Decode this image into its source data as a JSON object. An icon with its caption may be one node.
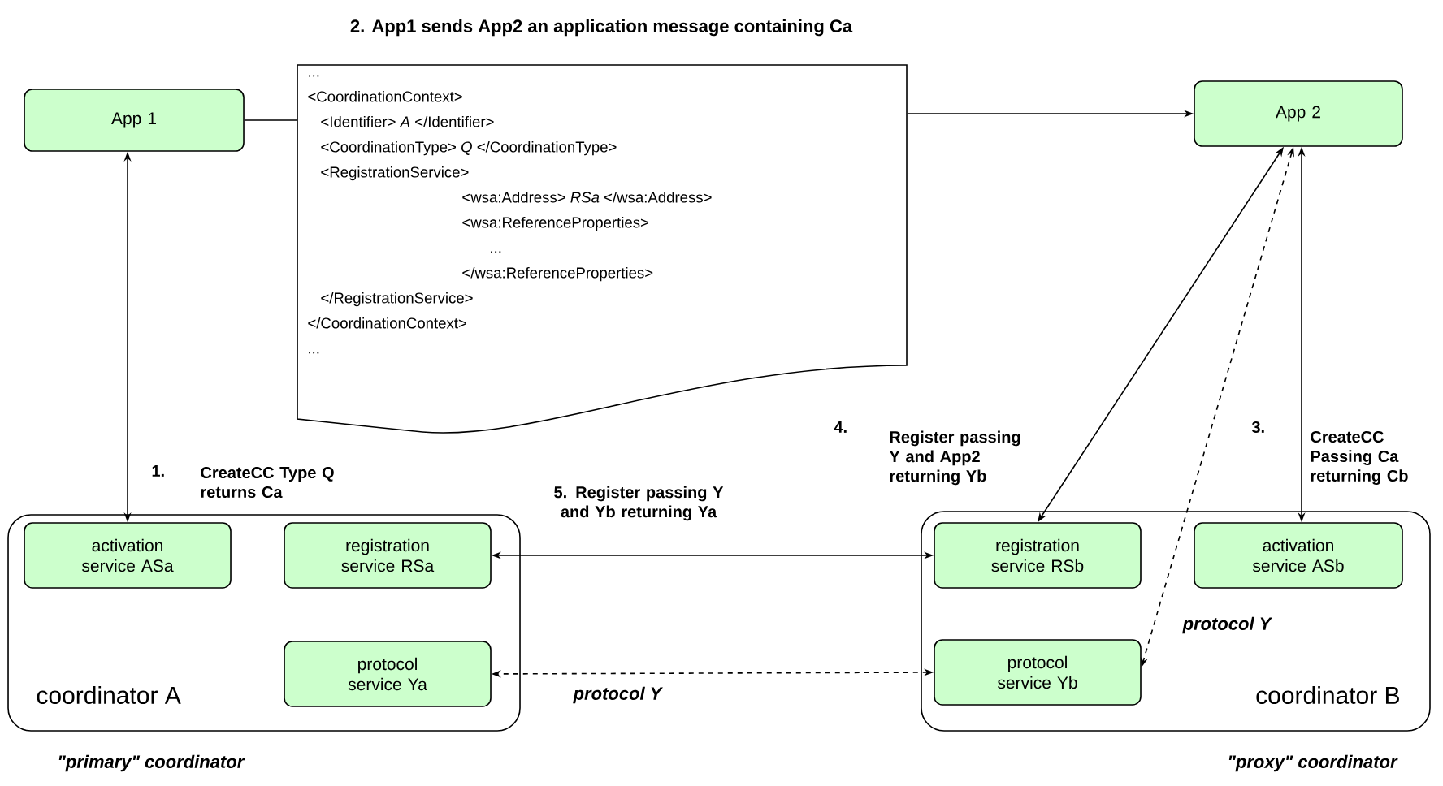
{
  "diagram": {
    "nodes": [
      {
        "text": [
          "App 1"
        ]
      },
      {
        "text": [
          "App 2"
        ]
      },
      {
        "text": [
          "...",
          "<CoordinationContext>",
          "<Identifier>  *A* </Identifier>",
          "<CoordinationType>  *Q* </CoordinationType>",
          "<RegistrationService>",
          "<wsa:Address>  *RSa* </wsa:Address>",
          "<wsa:ReferenceProperties>",
          "...",
          "</wsa:ReferenceProperties>",
          "</RegistrationService>",
          "</CoordinationContext>",
          "..."
        ],
        "beside": [
          "2. App1 sends App2 an application message containing Ca"
        ]
      },
      {
        "text": [
          "coordinator A"
        ],
        "beside": [
          "\"primary\" coordinator"
        ]
      },
      {
        "text": [
          "activation service ASa"
        ],
        "in": 3
      },
      {
        "text": [
          "registration service RSa"
        ],
        "in": 3
      },
      {
        "text": [
          "protocol service Ya"
        ],
        "in": 3
      },
      {
        "text": [
          "coordinator B"
        ],
        "beside": [
          "\"proxy\" coordinator"
        ]
      },
      {
        "text": [
          "registration service RSb"
        ],
        "in": 7
      },
      {
        "text": [
          "activation service ASb"
        ],
        "in": 7
      },
      {
        "text": [
          "protocol service Yb"
        ],
        "in": 7
      }
    ],
    "edges": [
      {
        "from": 0,
        "to": 4,
        "arrow": "both",
        "label": "CreateCC Type Q returns Ca"
      },
      {
        "from": 0,
        "to": 2,
        "arrow": "none"
      },
      {
        "from": 2,
        "to": 1,
        "arrow": "to"
      },
      {
        "from": 1,
        "to": 8,
        "arrow": "both",
        "label": "Register passing Y and App2 returning Yb"
      },
      {
        "from": 1,
        "to": 9,
        "arrow": "both",
        "label": "CreateCC Passing Ca returning Cb"
      },
      {
        "from": 1,
        "to": 10,
        "arrow": "both",
        "style": "dashed",
        "label": "protocol Y"
      },
      {
        "from": 8,
        "to": 5,
        "arrow": "both",
        "label": "5. Register passing Y and Yb returning Ya"
      },
      {
        "from": 10,
        "to": 6,
        "arrow": "both",
        "style": "dashed",
        "label": "protocol Y"
      }
    ],
    "labels": [
      "1.",
      "4.",
      "3."
    ]
  }
}
